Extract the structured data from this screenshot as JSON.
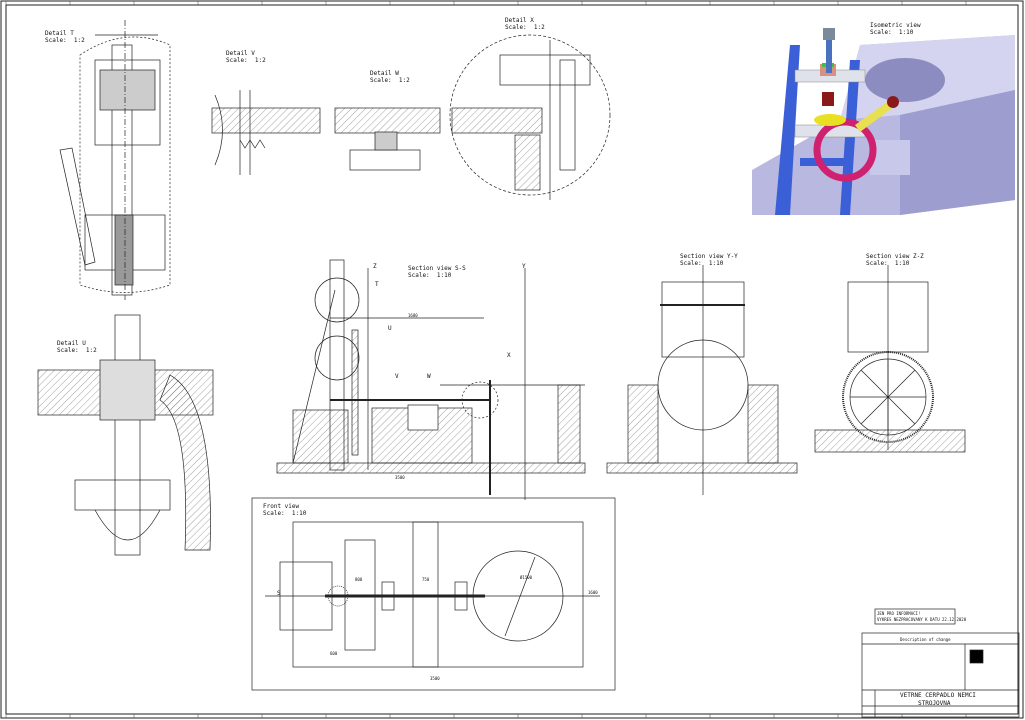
{
  "views": {
    "detail_t": {
      "title": "Detail T",
      "scale": "Scale:  1:2"
    },
    "detail_v": {
      "title": "Detail V",
      "scale": "Scale:  1:2"
    },
    "detail_w": {
      "title": "Detail W",
      "scale": "Scale:  1:2"
    },
    "detail_x": {
      "title": "Detail X",
      "scale": "Scale:  1:2"
    },
    "isometric": {
      "title": "Isometric view",
      "scale": "Scale:  1:10"
    },
    "section_ss": {
      "title": "Section view S-S",
      "scale": "Scale:  1:10"
    },
    "section_yy": {
      "title": "Section view Y-Y",
      "scale": "Scale:  1:10"
    },
    "section_zz": {
      "title": "Section view Z-Z",
      "scale": "Scale:  1:10"
    },
    "detail_u": {
      "title": "Detail U",
      "scale": "Scale:  1:2"
    },
    "front": {
      "title": "Front view",
      "scale": "Scale:  1:10"
    }
  },
  "section_markers": {
    "t": "T",
    "u": "U",
    "v": "V",
    "w": "W",
    "x": "X",
    "y": "Y",
    "z": "Z",
    "s": "S"
  },
  "dimensions": {
    "d1": "1680",
    "d2": "3500",
    "d3": "800",
    "d4": "750",
    "d5": "600",
    "d6": "3500",
    "d7": "1600",
    "d8": "Ø1500"
  },
  "note": {
    "line1": "JEN PRO INFORMACI!",
    "line2": "VYKRES NEZPRACOVANY K DATU 22.12.2020"
  },
  "title_block": {
    "description_header": "Description of change",
    "drawing_title": "VETRNE CERPADLO NEMCI",
    "drawing_subtitle": "STROJOVNA"
  },
  "colors": {
    "frame": "#3a5fd6",
    "base": "#b8b8e0",
    "gear": "#e8e020",
    "wheel": "#d02070",
    "hub": "#8a1a1a"
  }
}
